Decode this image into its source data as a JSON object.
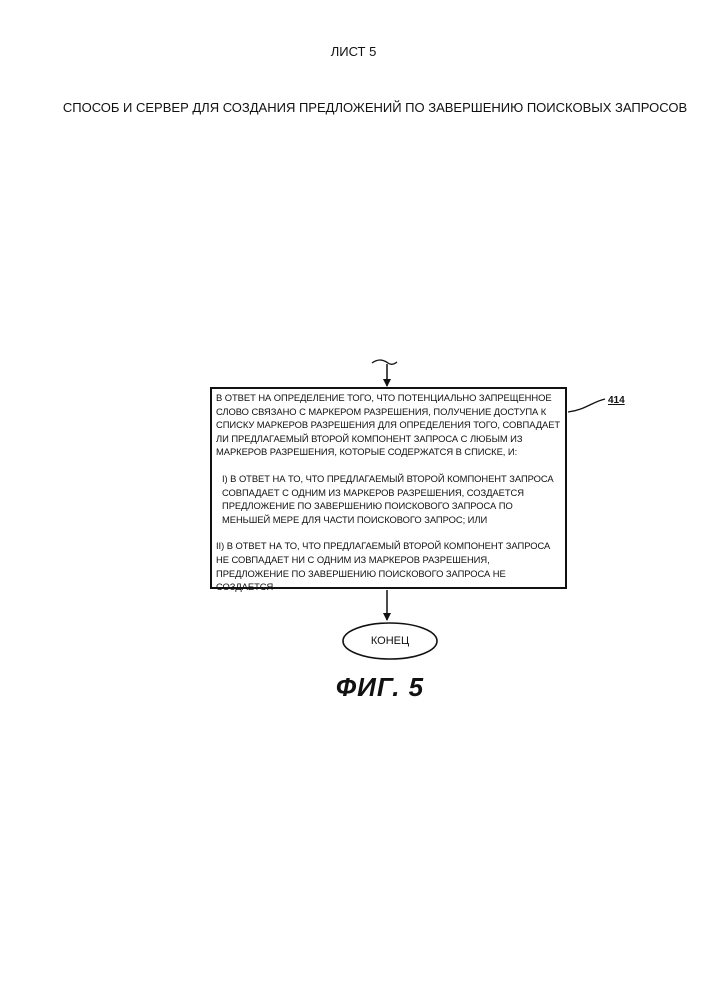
{
  "sheet": {
    "label": "ЛИСТ 5"
  },
  "document": {
    "title": "СПОСОБ И СЕРВЕР ДЛЯ СОЗДАНИЯ ПРЕДЛОЖЕНИЙ ПО ЗАВЕРШЕНИЮ ПОИСКОВЫХ ЗАПРОСОВ"
  },
  "flowchart": {
    "step": {
      "ref": "414",
      "intro": "В ОТВЕТ НА ОПРЕДЕЛЕНИЕ ТОГО, ЧТО ПОТЕНЦИАЛЬНО ЗАПРЕЩЕННОЕ СЛОВО СВЯЗАНО С МАРКЕРОМ РАЗРЕШЕНИЯ, ПОЛУЧЕНИЕ ДОСТУПА К СПИСКУ МАРКЕРОВ РАЗРЕШЕНИЯ ДЛЯ ОПРЕДЕЛЕНИЯ ТОГО, СОВПАДАЕТ ЛИ ПРЕДЛАГАЕМЫЙ ВТОРОЙ КОМПОНЕНТ ЗАПРОСА С ЛЮБЫМ ИЗ МАРКЕРОВ РАЗРЕШЕНИЯ, КОТОРЫЕ СОДЕРЖАТСЯ В СПИСКЕ, И:",
      "option_1": "I) В ОТВЕТ НА ТО, ЧТО ПРЕДЛАГАЕМЫЙ ВТОРОЙ КОМПОНЕНТ ЗАПРОСА СОВПАДАЕТ С ОДНИМ ИЗ МАРКЕРОВ РАЗРЕШЕНИЯ, СОЗДАЕТСЯ ПРЕДЛОЖЕНИЕ ПО ЗАВЕРШЕНИЮ ПОИСКОВОГО ЗАПРОСА ПО МЕНЬШЕЙ МЕРЕ ДЛЯ ЧАСТИ ПОИСКОВОГО ЗАПРОС; ИЛИ",
      "option_2": "II) В ОТВЕТ НА ТО, ЧТО ПРЕДЛАГАЕМЫЙ ВТОРОЙ КОМПОНЕНТ ЗАПРОСА НЕ СОВПАДАЕТ НИ С ОДНИМ ИЗ МАРКЕРОВ РАЗРЕШЕНИЯ, ПРЕДЛОЖЕНИЕ ПО ЗАВЕРШЕНИЮ ПОИСКОВОГО ЗАПРОСА НЕ СОЗДАЕТСЯ"
    },
    "end_label": "КОНЕЦ"
  },
  "figure": {
    "caption": "ФИГ. 5"
  }
}
